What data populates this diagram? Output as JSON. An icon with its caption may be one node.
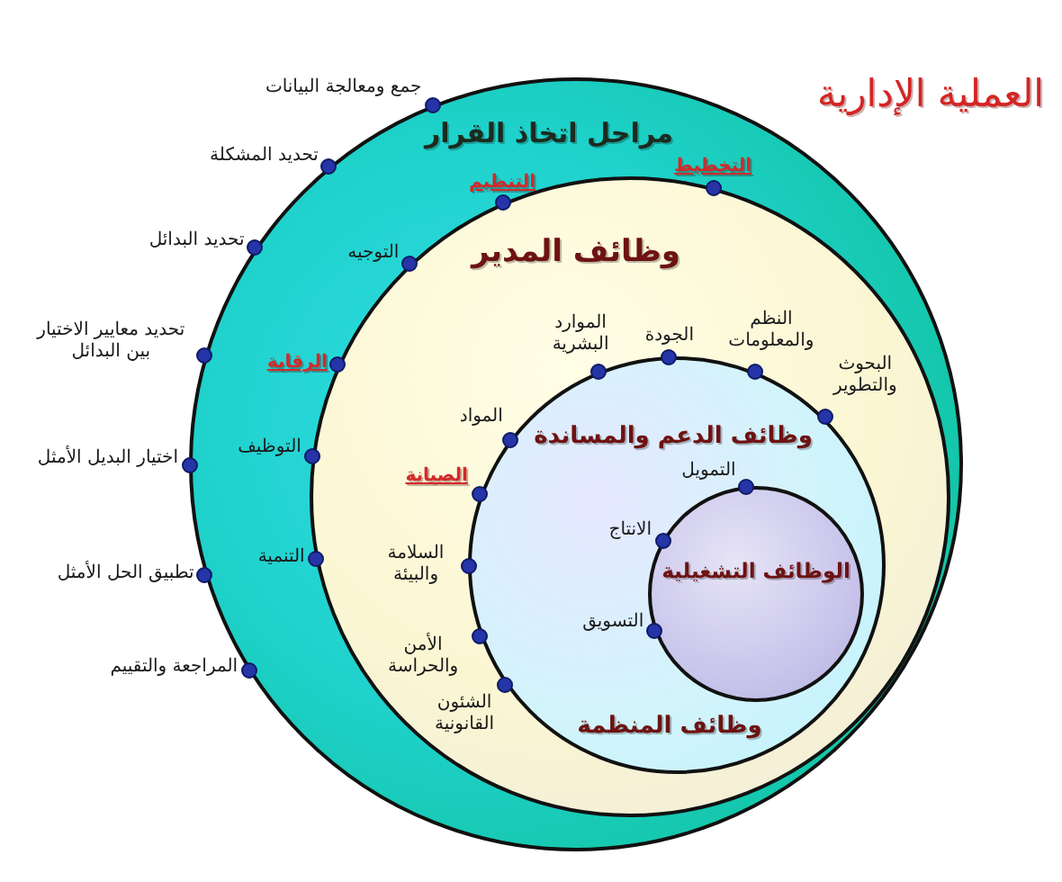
{
  "diagram": {
    "title": "العملية الإدارية",
    "nodes": [
      {
        "text": [
          "مراحل اتخاذ القرار"
        ],
        "beside": [
          "جمع ومعالجة البيانات",
          "تحديد المشكلة",
          "تحديد البدائل",
          "تحديد معايير الاختيار بين البدائل",
          "اختيار البديل الأمثل",
          "تطبيق الحل الأمثل",
          "المراجعة والتقييم"
        ]
      },
      {
        "text": [
          "وظائف المدير"
        ],
        "in": 0,
        "beside": [
          "التخطيط",
          "التنظيم",
          "التوجيه",
          "الرقابة",
          "التوظيف",
          "التنمية"
        ]
      },
      {
        "text": [
          "وظائف الدعم والمساندة",
          "وظائف المنظمة"
        ],
        "in": 1,
        "beside": [
          "النظم والمعلومات",
          "الجودة",
          "الموارد البشرية",
          "البحوث والتطوير",
          "المواد",
          "الصيانة",
          "السلامة والبيئة",
          "الأمن والحراسة",
          "الشئون القانونية"
        ]
      },
      {
        "text": [
          "الوظائف التشغيلية"
        ],
        "in": 2,
        "beside": [
          "التمويل",
          "الانتاج",
          "التسويق"
        ]
      }
    ]
  }
}
